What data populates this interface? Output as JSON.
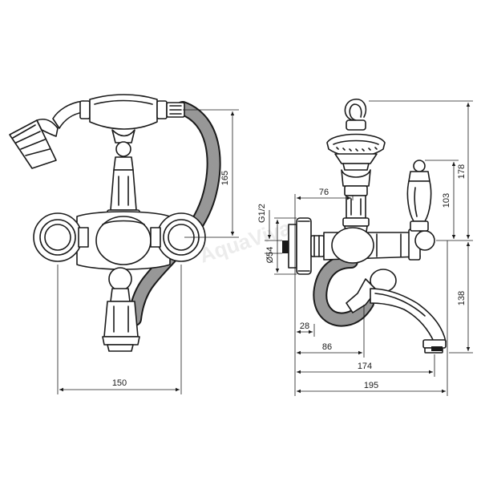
{
  "watermark": "AquaViva",
  "front_view": {
    "dim_width": "150",
    "dim_height": "165"
  },
  "side_view": {
    "dim_76": "76",
    "dim_g12": "G1/2",
    "dim_d54": "Ø54",
    "dim_28": "28",
    "dim_86": "86",
    "dim_174": "174",
    "dim_195": "195",
    "dim_178": "178",
    "dim_103": "103",
    "dim_138": "138"
  }
}
